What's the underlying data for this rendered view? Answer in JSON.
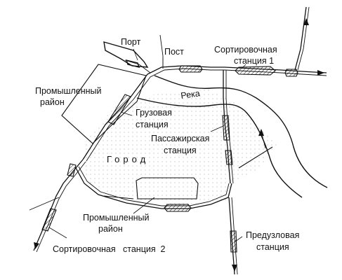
{
  "labels": {
    "port": "Порт",
    "post": "Пост",
    "sorting_station_1": [
      "Сортировочная",
      "станция 1"
    ],
    "river": "Река",
    "industrial_district_1": [
      "Промышленный",
      "район"
    ],
    "freight_station": [
      "Грузовая",
      "станция"
    ],
    "passenger_station": [
      "Пассажирская",
      "станция"
    ],
    "city": "Город",
    "industrial_district_2": [
      "Промышленный",
      "район"
    ],
    "pre_junction_station": [
      "Предузловая",
      "станция"
    ],
    "sorting_station_2": "Сортировочная   станция  2"
  },
  "colors": {
    "ink": "#111111",
    "background": "#ffffff"
  }
}
